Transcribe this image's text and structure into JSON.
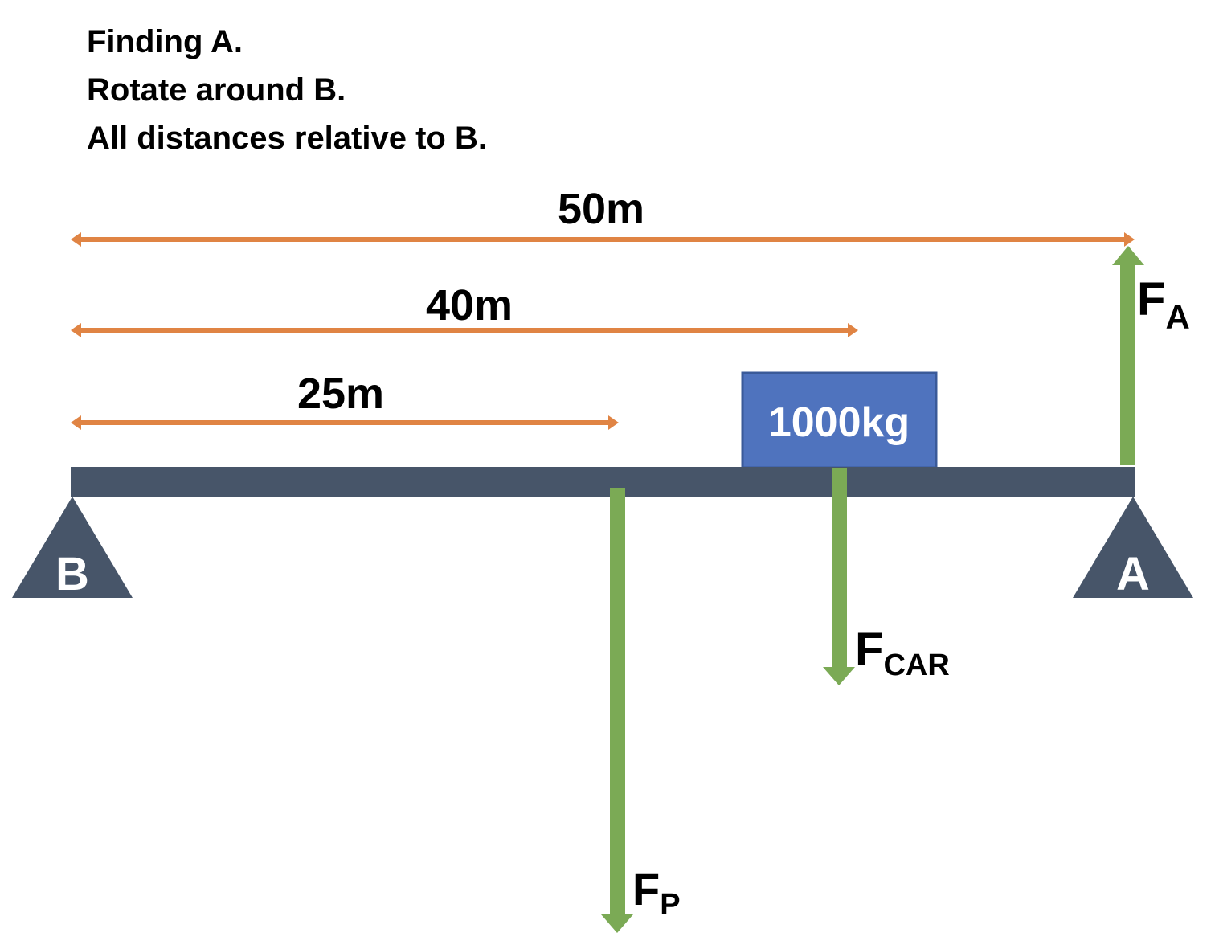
{
  "notes": [
    "Finding A.",
    "Rotate around B.",
    "All distances relative to B."
  ],
  "dimensions": [
    {
      "label": "50m",
      "distance_m": 50
    },
    {
      "label": "40m",
      "distance_m": 40
    },
    {
      "label": "25m",
      "distance_m": 25
    }
  ],
  "mass": {
    "label": "1000kg",
    "value_kg": 1000
  },
  "supports": {
    "left": "B",
    "right": "A"
  },
  "forces": {
    "fa": {
      "main": "F",
      "sub": "A",
      "direction": "up"
    },
    "fcar": {
      "main": "F",
      "sub": "CAR",
      "direction": "down"
    },
    "fp": {
      "main": "F",
      "sub": "P",
      "direction": "down"
    }
  },
  "colors": {
    "beam": "#475569",
    "dimension_arrow": "#E08444",
    "force_arrow": "#7BAA55",
    "mass_box": "#4F73BE",
    "mass_border": "#3A5A99"
  }
}
